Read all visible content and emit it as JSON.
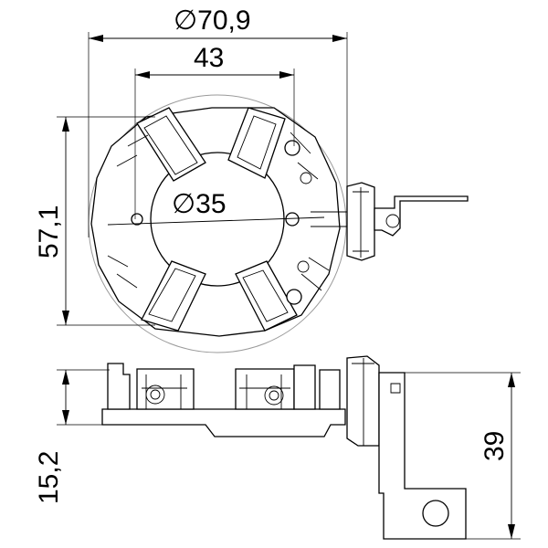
{
  "dimensions": {
    "outer_diameter": "∅70,9",
    "width_43": "43",
    "height_57": "57,1",
    "inner_diameter": "∅35",
    "side_height_15": "15,2",
    "side_height_39": "39"
  }
}
